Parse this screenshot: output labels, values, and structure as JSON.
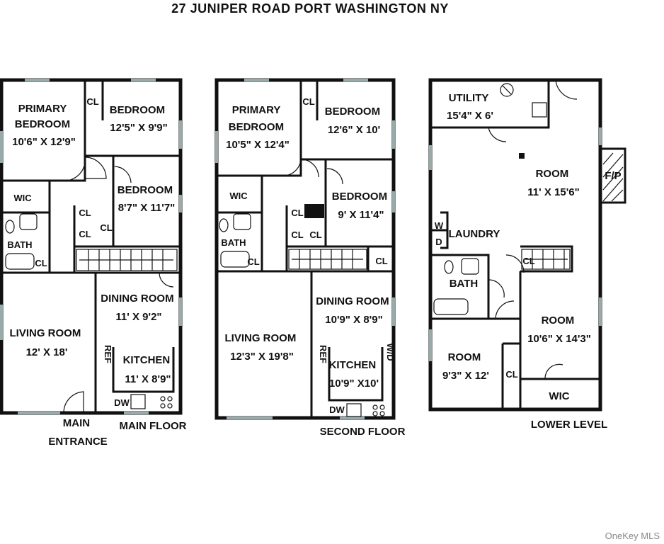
{
  "title": "27 JUNIPER ROAD PORT WASHINGTON NY",
  "watermark": "OneKey MLS",
  "floors": {
    "main": {
      "caption": "MAIN FLOOR",
      "entrance": [
        "MAIN",
        "ENTRANCE"
      ],
      "rooms": {
        "primary_bedroom": [
          "PRIMARY",
          "BEDROOM",
          "10'6\" X 12'9\""
        ],
        "bedroom1": [
          "BEDROOM",
          "12'5\" X 9'9\""
        ],
        "bedroom2": [
          "BEDROOM",
          "8'7\" X 11'7\""
        ],
        "living": [
          "LIVING ROOM",
          "12' X 18'"
        ],
        "dining": [
          "DINING ROOM",
          "11' X 9'2\""
        ],
        "kitchen": [
          "KITCHEN",
          "11' X 8'9\""
        ]
      },
      "labels": {
        "cl": "CL",
        "wic": "WIC",
        "bath": "BATH",
        "ref": "REF",
        "dw": "DW"
      }
    },
    "second": {
      "caption": "SECOND FLOOR",
      "rooms": {
        "primary_bedroom": [
          "PRIMARY",
          "BEDROOM",
          "10'5\" X 12'4\""
        ],
        "bedroom1": [
          "BEDROOM",
          "12'6\" X 10'"
        ],
        "bedroom2": [
          "BEDROOM",
          "9' X 11'4\""
        ],
        "living": [
          "LIVING ROOM",
          "12'3\" X 19'8\""
        ],
        "dining": [
          "DINING ROOM",
          "10'9\" X 8'9\""
        ],
        "kitchen": [
          "KITCHEN",
          "10'9\" X10'"
        ]
      },
      "labels": {
        "cl": "CL",
        "wic": "WIC",
        "bath": "BATH",
        "ref": "REF",
        "dw": "DW",
        "wd": "W/D"
      }
    },
    "lower": {
      "caption": "LOWER LEVEL",
      "rooms": {
        "utility": [
          "UTILITY",
          "15'4\" X 6'"
        ],
        "room_main": [
          "ROOM",
          "11' X 15'6\""
        ],
        "room_right": [
          "ROOM",
          "10'6\" X 14'3\""
        ],
        "room_left": [
          "ROOM",
          "9'3\" X 12'"
        ]
      },
      "labels": {
        "fp": "F/P",
        "laundry": "LAUNDRY",
        "w": "W",
        "d": "D",
        "bath": "BATH",
        "cl": "CL",
        "wic": "WIC"
      }
    }
  }
}
